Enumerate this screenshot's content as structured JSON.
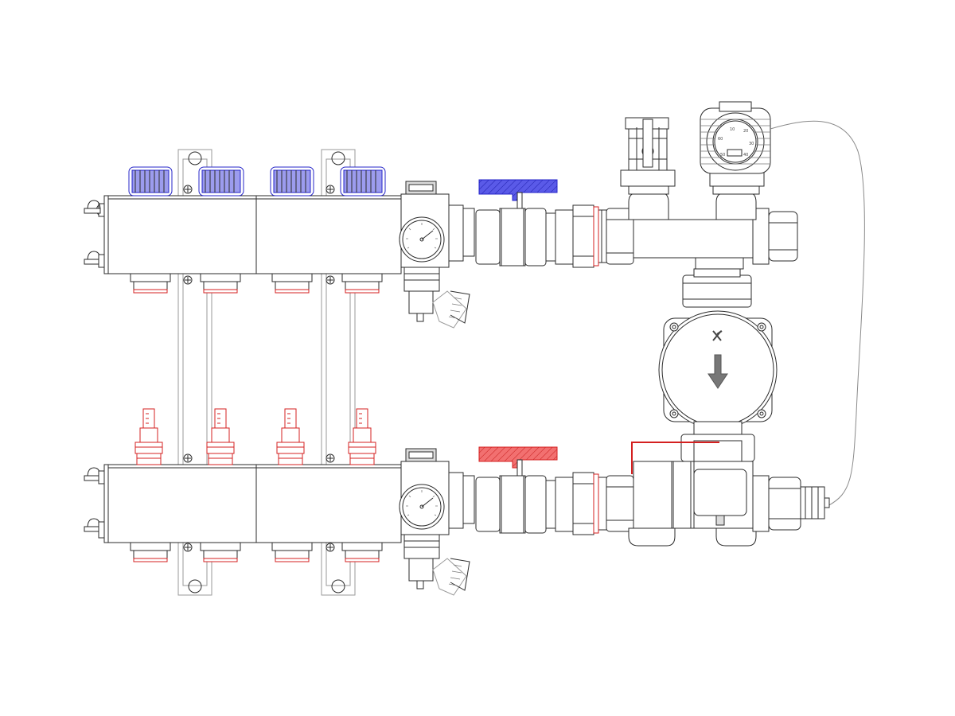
{
  "diagram": {
    "type": "hydronic manifold assembly",
    "colors": {
      "supply": "#d42020",
      "return": "#2424c8",
      "line": "#2b2b2b",
      "capillary": "#8a8a8a"
    },
    "components": {
      "return_manifold": {
        "outlets": 4,
        "actuator_color": "blue"
      },
      "supply_manifold": {
        "outlets": 4,
        "flowmeter_color": "red"
      },
      "return_ball_valve": {
        "handle_color": "blue"
      },
      "supply_ball_valve": {
        "handle_color": "red"
      },
      "circulation_pump": {
        "flow_direction": "down"
      },
      "thermostatic_head": {
        "dial_marks": [
          "10",
          "20",
          "30",
          "40",
          "50",
          "60"
        ]
      },
      "mounting_brackets": 2
    }
  }
}
